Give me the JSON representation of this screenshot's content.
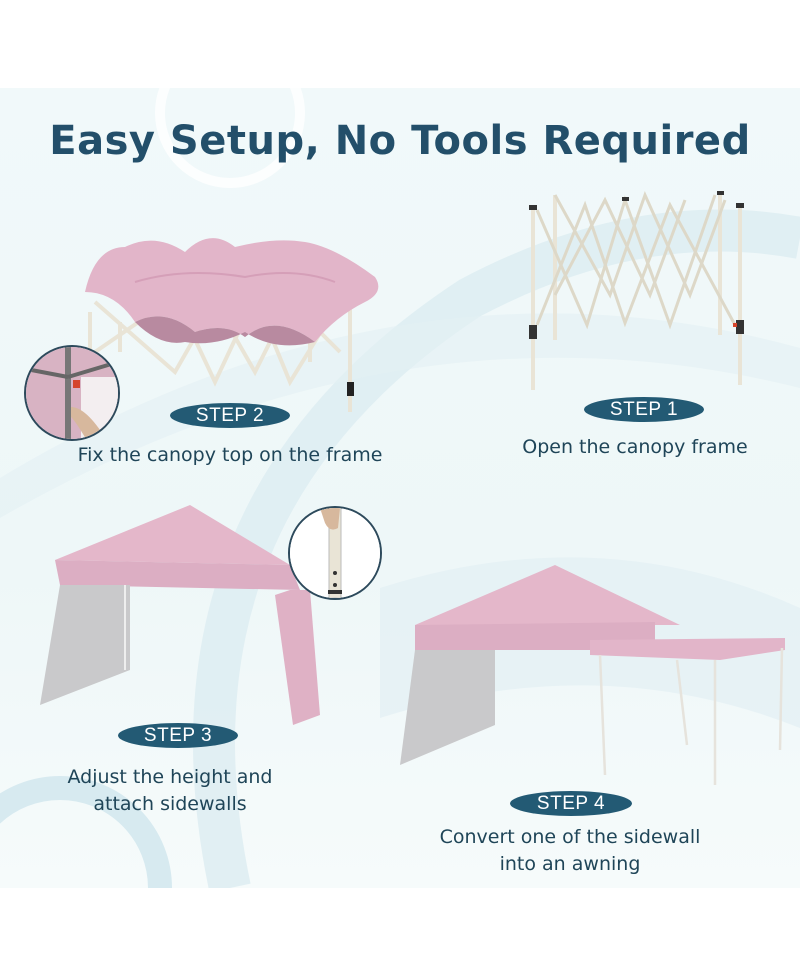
{
  "title": "Easy Setup, No Tools Required",
  "colors": {
    "title": "#234f6a",
    "pill_bg": "#235a74",
    "pill_text": "#ffffff",
    "caption": "#1f4558",
    "canopy_pink": "#e2b5c9",
    "canopy_shadow": "#b88aa0",
    "frame": "#e9e4d6",
    "sidewall_grey": "#c9c9cb",
    "background": "#eef7f8"
  },
  "steps": [
    {
      "label": "STEP 1",
      "caption_lines": [
        "Open the canopy frame"
      ],
      "illustration": "folded-frame-expanded"
    },
    {
      "label": "STEP 2",
      "caption_lines": [
        "Fix the canopy top on the frame"
      ],
      "illustration": "canopy-draped-on-frame"
    },
    {
      "label": "STEP 3",
      "caption_lines": [
        "Adjust the height and",
        "attach sidewalls"
      ],
      "illustration": "canopy-with-sidewalls"
    },
    {
      "label": "STEP 4",
      "caption_lines": [
        "Convert one of the sidewall",
        "into an awning"
      ],
      "illustration": "canopy-with-awning"
    }
  ],
  "insets": [
    {
      "for_step": "STEP 2",
      "depicts": "hand-attaching-canopy-corner"
    },
    {
      "for_step": "STEP 3",
      "depicts": "hand-adjusting-leg-height"
    }
  ]
}
